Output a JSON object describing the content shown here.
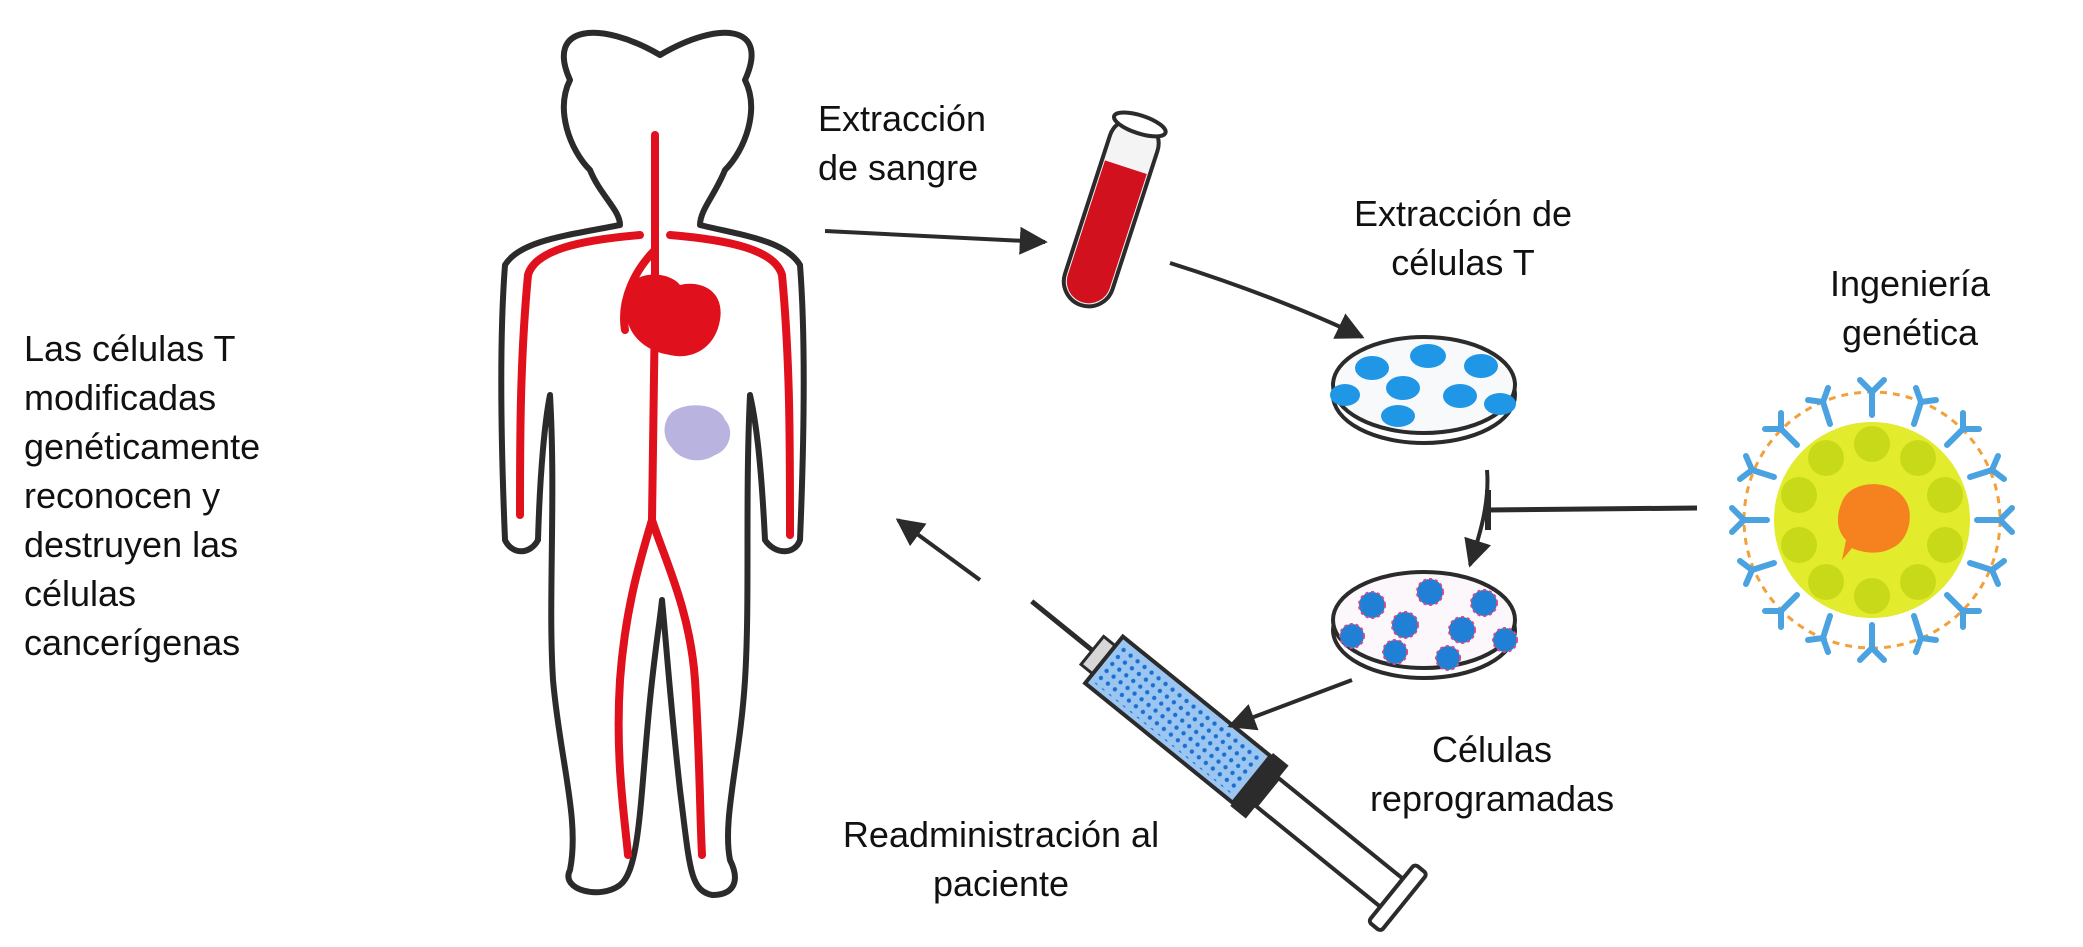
{
  "labels": {
    "left_caption": "Las células T\nmodificadas\ngenéticamente\nreconocen y\ndestruyen las\ncélulas\ncancerígenas",
    "blood_extraction": "Extracción\nde sangre",
    "t_cell_extraction": "Extracción de\ncélulas T",
    "genetic_engineering": "Ingeniería\ngenética",
    "reprogrammed_cells": "Células\nreprogramadas",
    "readministration": "Readministración al\npaciente"
  },
  "colors": {
    "blood": "#e0101c",
    "tumor": "#b9b3df",
    "cell_blue": "#1f97e6",
    "engineered_yellow": "#d6e81e",
    "engineered_core": "#f5821f",
    "receptor_blue": "#4aa3e0",
    "outline": "#2b2b2b"
  }
}
